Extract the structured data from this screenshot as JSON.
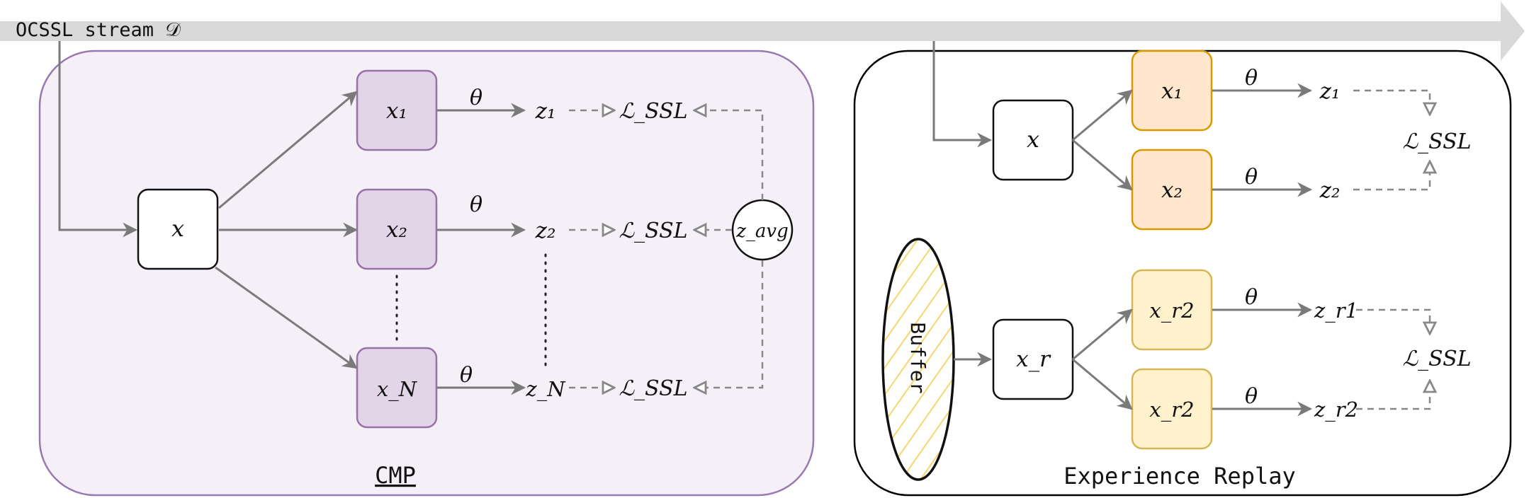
{
  "stream": {
    "label": "OCSSL stream 𝒟"
  },
  "panels": {
    "cmp": {
      "title": "CMP",
      "fill": "#f5f0f8",
      "stroke": "#9878b0"
    },
    "er": {
      "title": "Experience Replay",
      "fill": "#ffffff",
      "stroke": "#000000"
    }
  },
  "cmp": {
    "input": "x",
    "views": [
      "x₁",
      "x₂",
      "x_N"
    ],
    "outputs": [
      "z₁",
      "z₂",
      "z_N"
    ],
    "loss": "ℒ_SSL",
    "avg": "z_avg",
    "encoder": "θ",
    "view_fill": "#e1d5e7",
    "view_stroke": "#9673a6"
  },
  "er": {
    "stream_input": "x",
    "stream_views": [
      "x₁",
      "x₂"
    ],
    "stream_outputs": [
      "z₁",
      "z₂"
    ],
    "buffer_label": "Buffer",
    "replay_input": "x_r",
    "replay_views": [
      "x_r2",
      "x_r2"
    ],
    "replay_outputs": [
      "z_r1",
      "z_r2"
    ],
    "loss": "ℒ_SSL",
    "encoder": "θ",
    "stream_fill": "#ffe6cc",
    "stream_stroke": "#d79b00",
    "replay_fill": "#fff2cc",
    "replay_stroke": "#d6b656",
    "buffer_hatch": "#f5d76e"
  }
}
